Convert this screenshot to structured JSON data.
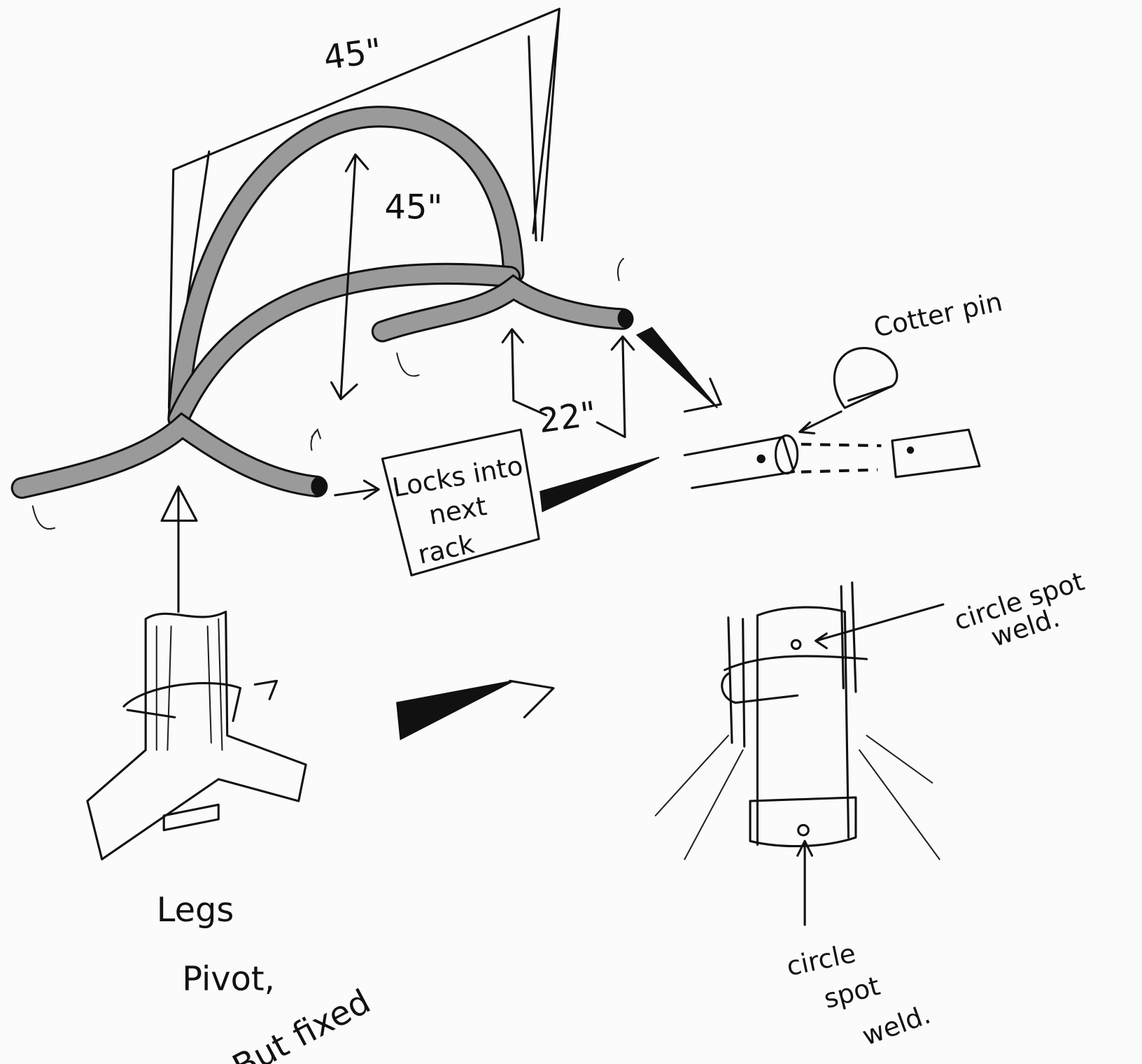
{
  "sketch": {
    "dimensions": {
      "arch_width": "45\"",
      "arch_height": "45\"",
      "leg_height": "22\""
    },
    "labels": {
      "cotter_pin": "Cotter pin",
      "locks_line1": "Locks into",
      "locks_line2": "next",
      "locks_line3": "rack",
      "weld_top_line1": "circle spot",
      "weld_top_line2": "weld.",
      "weld_bottom_line1": "circle",
      "weld_bottom_line2": "spot",
      "weld_bottom_line3": "weld.",
      "legs_line1": "Legs",
      "legs_line2": "Pivot,",
      "legs_line3": "But fixed"
    }
  }
}
